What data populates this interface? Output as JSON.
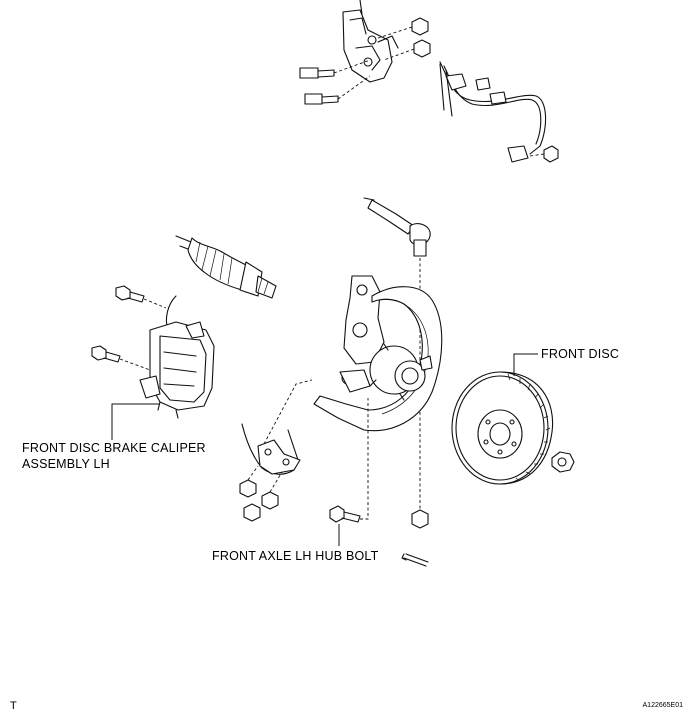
{
  "labels": {
    "front_disc": "FRONT DISC",
    "caliper_line1": "FRONT DISC BRAKE CALIPER",
    "caliper_line2": "ASSEMBLY LH",
    "hub_bolt": "FRONT AXLE LH HUB BOLT"
  },
  "corner_marks": {
    "bottom_left": "T",
    "bottom_right": "A122665E01"
  }
}
